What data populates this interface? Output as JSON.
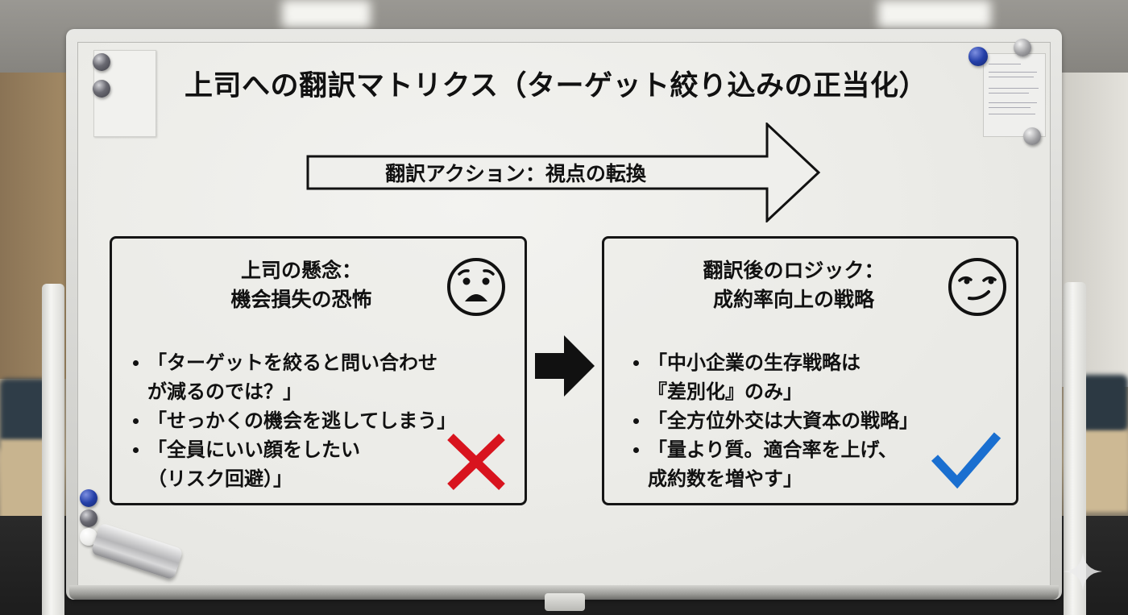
{
  "board": {
    "title": "上司への翻訳マトリクス（ターゲット絞り込みの正当化）",
    "action_arrow": {
      "label": "翻訳アクション：視点の転換"
    },
    "panels": [
      {
        "id": "boss-concern",
        "heading_line1": "上司の懸念：",
        "heading_line2": "機会損失の恐怖",
        "face_icon": "worried-face",
        "bullets": [
          "「ターゲットを絞ると問い合わせ\nが減るのでは？」",
          "「せっかくの機会を逃してしまう」",
          "「全員にいい顔をしたい\n（リスク回避）」"
        ],
        "mark_icon": "red-x-mark",
        "mark_color": "#d8141e"
      },
      {
        "id": "translated-logic",
        "heading_line1": "翻訳後のロジック：",
        "heading_line2": "成約率向上の戦略",
        "face_icon": "smirking-face",
        "bullets": [
          "「中小企業の生存戦略は\n『差別化』のみ」",
          "「全方位外交は大資本の戦略」",
          "「量より質。適合率を上げ、\n成約数を増やす」"
        ],
        "mark_icon": "blue-check-mark",
        "mark_color": "#1a6fd0"
      }
    ],
    "middle_arrow_icon": "black-right-arrow"
  },
  "colors": {
    "ink": "#111111",
    "board_surface": "#ecece8",
    "x_mark": "#d8141e",
    "check_mark": "#1a6fd0"
  }
}
